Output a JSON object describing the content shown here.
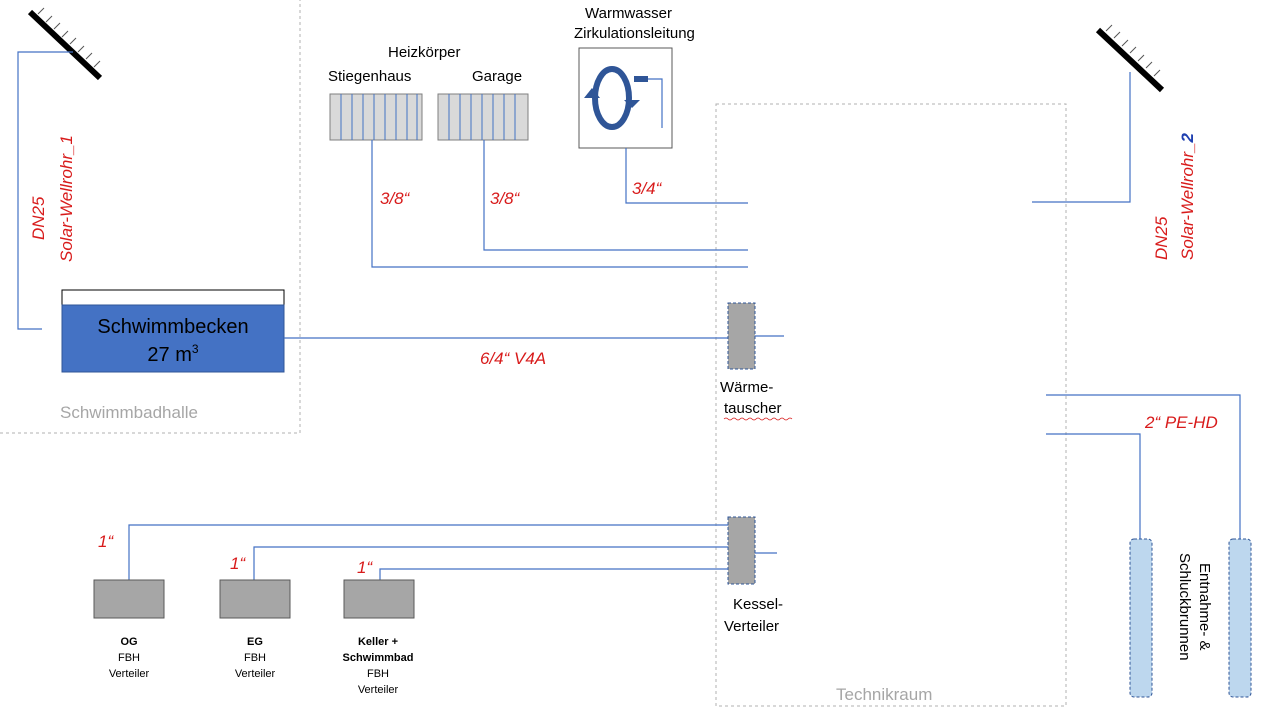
{
  "rooms": {
    "schwimmbadhalle": "Schwimmbadhalle",
    "technikraum": "Technikraum"
  },
  "solar": {
    "left": {
      "dn": "DN25",
      "name": "Solar-Wellrohr_1"
    },
    "right": {
      "dn": "DN25",
      "name_prefix": "Solar-Wellrohr_",
      "number": "2"
    }
  },
  "heizkoerper": {
    "title": "Heizkörper",
    "stiegenhaus": "Stiegenhaus",
    "garage": "Garage"
  },
  "warmwasser": {
    "line1": "Warmwasser",
    "line2": "Zirkulationsleitung"
  },
  "pool": {
    "name": "Schwimmbecken",
    "volume": "27 m",
    "volume_sup": "3"
  },
  "waermetauscher": {
    "line1": "Wärme-",
    "line2": "tauscher"
  },
  "kessel": {
    "line1": "Kessel-",
    "line2": "Verteiler"
  },
  "brunnen": {
    "line1": "Entnahme- &",
    "line2": "Schluckbrunnen"
  },
  "pipes": {
    "stiegenhaus": "3/8“",
    "garage": "3/8“",
    "zirkulation": "3/4“",
    "pool": "6/4“  V4A",
    "brunnen": "2“  PE-HD",
    "og": "1“",
    "eg": "1“",
    "keller": "1“"
  },
  "verteiler": [
    {
      "title": "OG",
      "l2": "FBH",
      "l3": "Verteiler",
      "l4": ""
    },
    {
      "title": "EG",
      "l2": "FBH",
      "l3": "Verteiler",
      "l4": ""
    },
    {
      "title": "Keller +",
      "title2": "Schwimmbad",
      "l2": "FBH",
      "l3": "Verteiler"
    }
  ],
  "colors": {
    "pipe": "#4472c4",
    "pool": "#4472c4",
    "label_red": "#d81b1b",
    "device_grey": "#a6a6a6",
    "brunnen": "#bdd7ee"
  }
}
